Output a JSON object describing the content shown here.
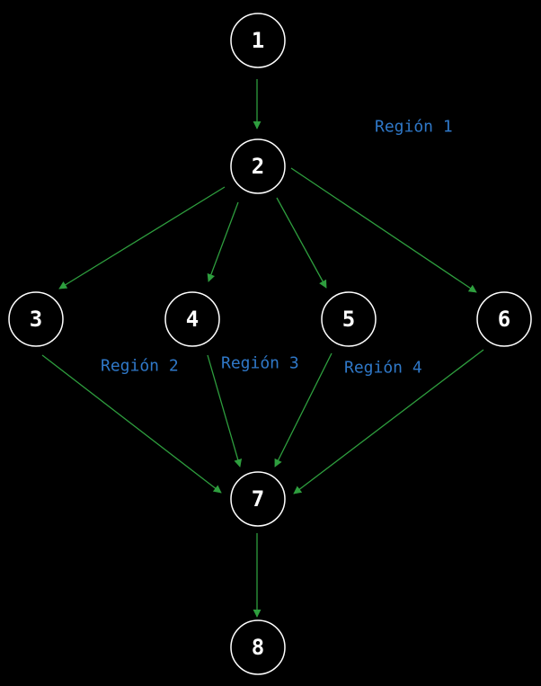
{
  "colors": {
    "background": "#000000",
    "node_stroke": "#ffffff",
    "node_text": "#ffffff",
    "edge": "#2e9e3e",
    "region_text": "#2f78c8"
  },
  "nodes": [
    {
      "id": "1",
      "label": "1"
    },
    {
      "id": "2",
      "label": "2"
    },
    {
      "id": "3",
      "label": "3"
    },
    {
      "id": "4",
      "label": "4"
    },
    {
      "id": "5",
      "label": "5"
    },
    {
      "id": "6",
      "label": "6"
    },
    {
      "id": "7",
      "label": "7"
    },
    {
      "id": "8",
      "label": "8"
    }
  ],
  "edges": [
    {
      "from": "1",
      "to": "2"
    },
    {
      "from": "2",
      "to": "3"
    },
    {
      "from": "2",
      "to": "4"
    },
    {
      "from": "2",
      "to": "5"
    },
    {
      "from": "2",
      "to": "6"
    },
    {
      "from": "3",
      "to": "7"
    },
    {
      "from": "4",
      "to": "7"
    },
    {
      "from": "5",
      "to": "7"
    },
    {
      "from": "6",
      "to": "7"
    },
    {
      "from": "7",
      "to": "8"
    }
  ],
  "regions": [
    {
      "id": "region-1",
      "label": "Región 1"
    },
    {
      "id": "region-2",
      "label": "Región 2"
    },
    {
      "id": "region-3",
      "label": "Región 3"
    },
    {
      "id": "region-4",
      "label": "Región 4"
    }
  ]
}
